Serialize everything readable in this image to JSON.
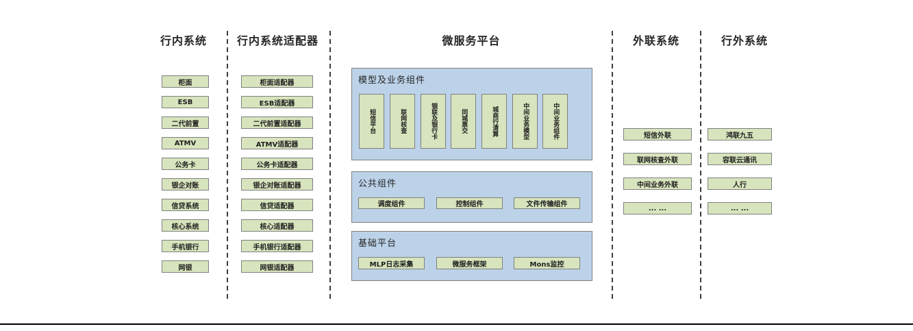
{
  "diagram": {
    "colors": {
      "box_fill": "#d7e4bd",
      "box_border": "#7f7f7f",
      "panel_fill": "#bcd2e8",
      "panel_border": "#7f7f7f",
      "header_text": "#262626",
      "divider": "#3c3c3c"
    },
    "columns": [
      {
        "title": "行内系统",
        "items": [
          "柜面",
          "ESB",
          "二代前置",
          "ATMV",
          "公务卡",
          "银企对账",
          "信贷系统",
          "核心系统",
          "手机银行",
          "网银"
        ]
      },
      {
        "title": "行内系统适配器",
        "items": [
          "柜面适配器",
          "ESB适配器",
          "二代前置适配器",
          "ATMV适配器",
          "公务卡适配器",
          "银企对账适配器",
          "信贷适配器",
          "核心适配器",
          "手机银行适配器",
          "网银适配器"
        ]
      },
      {
        "title": "微服务平台",
        "groups": [
          {
            "title": "模型及业务组件",
            "items": [
              "短信平台",
              "联网核查",
              "银联及银行卡",
              "同城票交",
              "城商行清算",
              "中间业务模型",
              "中间业务组件"
            ]
          },
          {
            "title": "公共组件",
            "items": [
              "调度组件",
              "控制组件",
              "文件传输组件"
            ]
          },
          {
            "title": "基础平台",
            "items": [
              "MLP日志采集",
              "微服务框架",
              "Mons监控"
            ]
          }
        ]
      },
      {
        "title": "外联系统",
        "items": [
          "短信外联",
          "联网核查外联",
          "中间业务外联",
          "... ..."
        ]
      },
      {
        "title": "行外系统",
        "items": [
          "鸿联九五",
          "容联云通讯",
          "人行",
          "... ..."
        ]
      }
    ]
  }
}
